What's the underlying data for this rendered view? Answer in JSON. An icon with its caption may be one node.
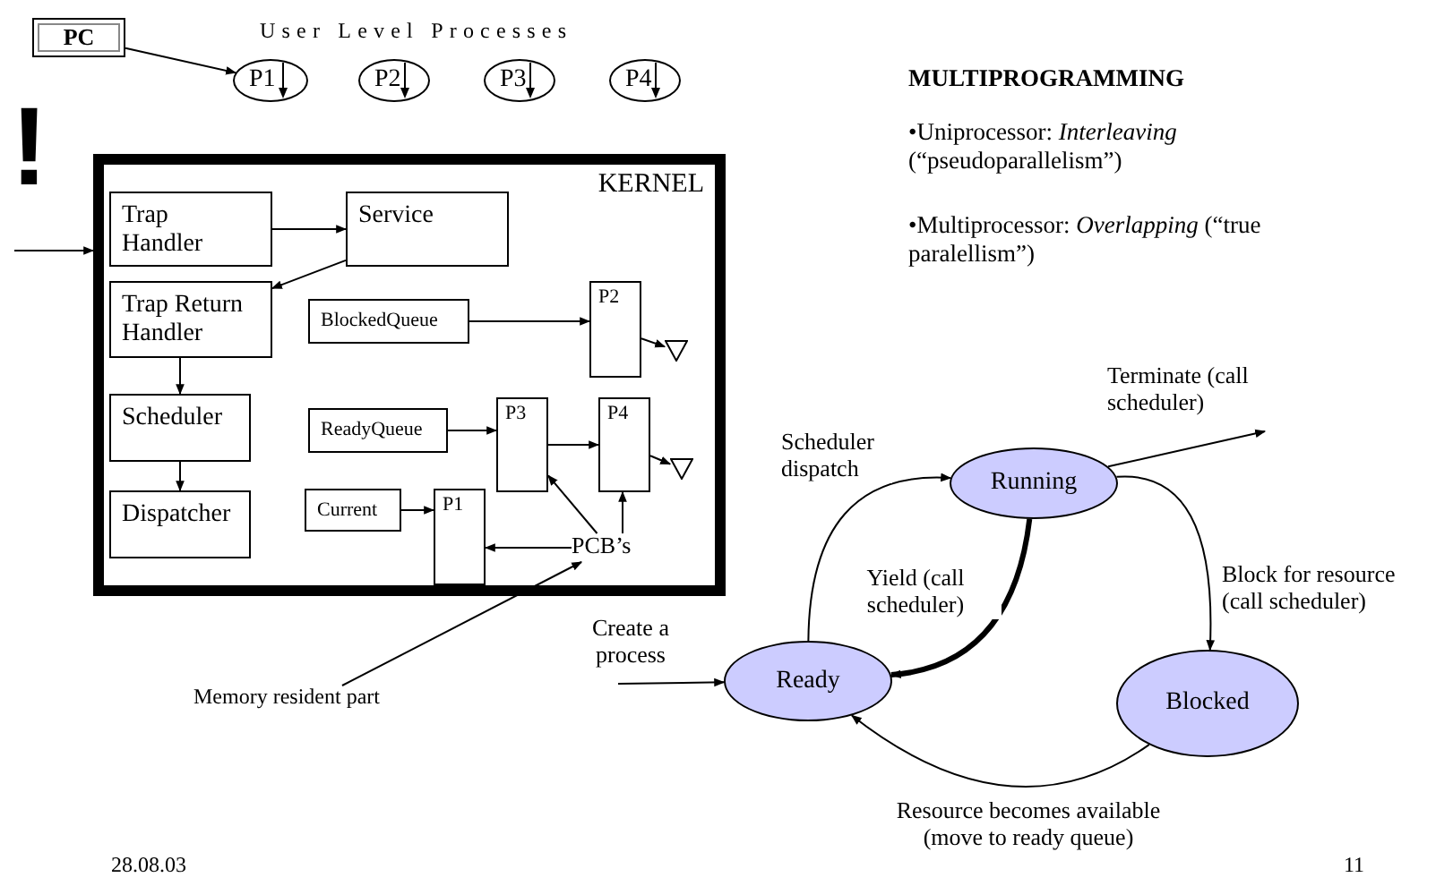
{
  "diagram": {
    "nodes": [
      {
        "text": [
          "PC"
        ]
      },
      {
        "text": [
          "P1"
        ]
      },
      {
        "text": [
          "P2"
        ]
      },
      {
        "text": [
          "P3"
        ]
      },
      {
        "text": [
          "P4"
        ]
      },
      {
        "text": [
          "KERNEL"
        ]
      },
      {
        "text": [
          "Trap Handler"
        ],
        "in": 5
      },
      {
        "text": [
          "Service"
        ],
        "in": 5
      },
      {
        "text": [
          "Trap Return Handler"
        ],
        "in": 5
      },
      {
        "text": [
          "BlockedQueue"
        ],
        "in": 5
      },
      {
        "text": [
          "P2"
        ],
        "in": 5
      },
      {
        "text": [],
        "shape": "triangle",
        "in": 5
      },
      {
        "text": [
          "Scheduler"
        ],
        "in": 5
      },
      {
        "text": [
          "ReadyQueue"
        ],
        "in": 5
      },
      {
        "text": [
          "P3"
        ],
        "in": 5
      },
      {
        "text": [
          "P4"
        ],
        "in": 5
      },
      {
        "text": [],
        "shape": "triangle",
        "in": 5
      },
      {
        "text": [
          "Dispatcher"
        ],
        "in": 5
      },
      {
        "text": [
          "Current"
        ],
        "in": 5
      },
      {
        "text": [
          "P1"
        ],
        "in": 5
      },
      {
        "text": [
          "PCB’s"
        ],
        "in": 5
      },
      {
        "text": [
          "Memory resident part"
        ]
      },
      {
        "text": [
          "Running"
        ]
      },
      {
        "text": [
          "Ready"
        ]
      },
      {
        "text": [
          "Blocked"
        ]
      }
    ],
    "edges": [
      {
        "from": 0,
        "to": 1,
        "arrow": "to"
      },
      {
        "from": null,
        "to": 5,
        "arrow": "to"
      },
      {
        "from": 6,
        "to": 7,
        "arrow": "to"
      },
      {
        "from": 7,
        "to": 8,
        "arrow": "to"
      },
      {
        "from": 8,
        "to": 12,
        "arrow": "to"
      },
      {
        "from": 12,
        "to": 17,
        "arrow": "to"
      },
      {
        "from": 9,
        "to": 10,
        "arrow": "to"
      },
      {
        "from": 10,
        "to": 11,
        "arrow": "to"
      },
      {
        "from": 13,
        "to": 14,
        "arrow": "to"
      },
      {
        "from": 14,
        "to": 15,
        "arrow": "to"
      },
      {
        "from": 15,
        "to": 16,
        "arrow": "to"
      },
      {
        "from": 18,
        "to": 19,
        "arrow": "to"
      },
      {
        "from": 20,
        "to": 14,
        "arrow": "to"
      },
      {
        "from": 20,
        "to": 15,
        "arrow": "to"
      },
      {
        "from": 20,
        "to": 19,
        "arrow": "to"
      },
      {
        "from": 21,
        "to": 20,
        "arrow": "to"
      },
      {
        "from": 22,
        "to": null,
        "arrow": "to",
        "label": "Terminate (call scheduler)"
      },
      {
        "from": 23,
        "to": 22,
        "arrow": "to",
        "label": "Scheduler dispatch"
      },
      {
        "from": 22,
        "to": 24,
        "arrow": "to",
        "label": "Block for resource (call scheduler)"
      },
      {
        "from": 22,
        "to": 23,
        "arrow": "to",
        "label": "Yield (call scheduler)",
        "style": "thick"
      },
      {
        "from": 24,
        "to": 23,
        "arrow": "to",
        "label": "Resource becomes available (move to ready queue)"
      },
      {
        "from": null,
        "to": 23,
        "arrow": "to",
        "label": "Create a process"
      }
    ],
    "labels": [
      "User Level Processes",
      "!",
      "MULTIPROGRAMMING",
      "•Uniprocessor: *Interleaving* (“pseudoparallelism”)",
      "•Multiprocessor: *Overlapping* (“true paralellism”)",
      "28.08.03",
      "11"
    ]
  }
}
